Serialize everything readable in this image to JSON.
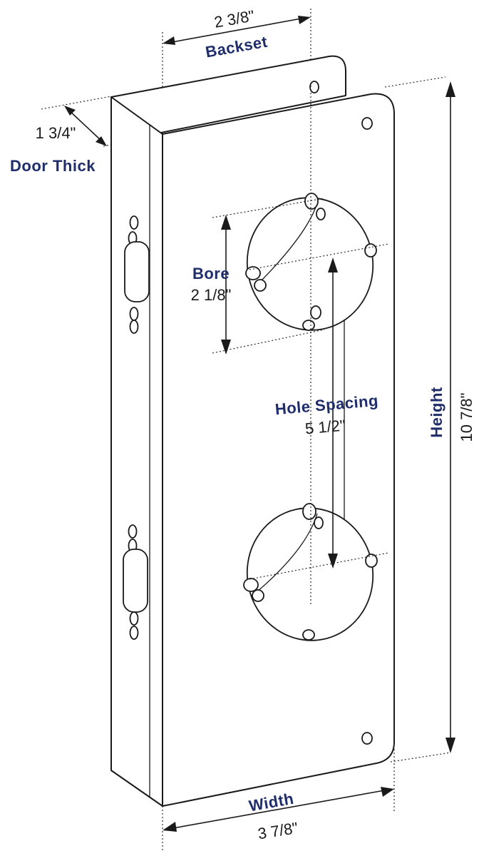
{
  "dimensions": {
    "backset": {
      "label": "Backset",
      "value": "2 3/8\""
    },
    "door_thick": {
      "label": "Door Thick",
      "value": "1 3/4\""
    },
    "bore": {
      "label": "Bore",
      "value": "2 1/8\""
    },
    "hole_spacing": {
      "label": "Hole Spacing",
      "value": "5 1/2\""
    },
    "height": {
      "label": "Height",
      "value": "10 7/8\""
    },
    "width": {
      "label": "Width",
      "value": "3 7/8\""
    }
  },
  "colors": {
    "label": "#1f2e6b",
    "line": "#1a1a1a",
    "background": "#ffffff"
  }
}
